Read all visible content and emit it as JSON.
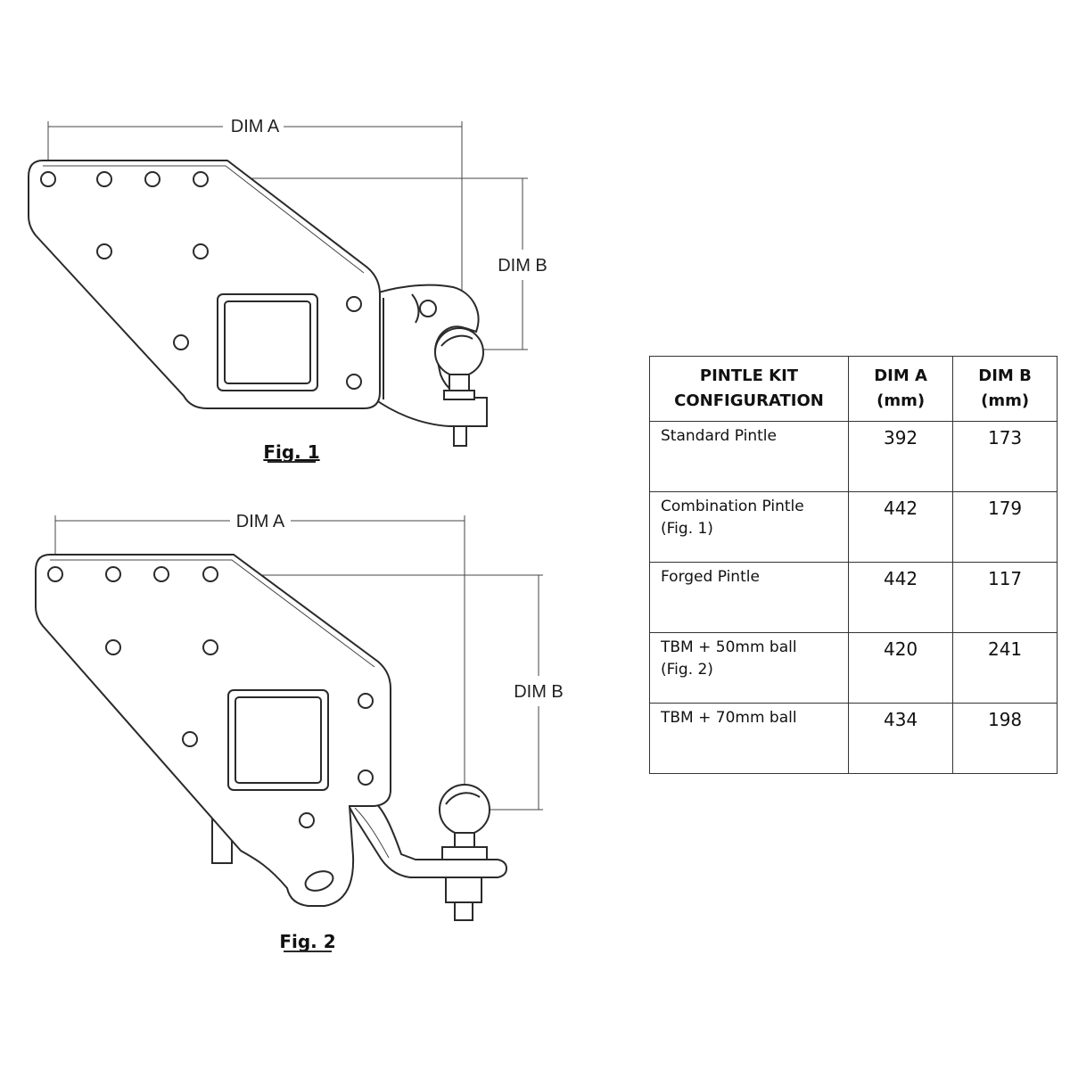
{
  "figure1": {
    "label": "Fig. 1",
    "dim_a_label": "DIM A",
    "dim_b_label": "DIM B"
  },
  "figure2": {
    "label": "Fig. 2",
    "dim_a_label": "DIM A",
    "dim_b_label": "DIM B"
  },
  "table": {
    "headers": [
      [
        "PINTLE KIT",
        "CONFIGURATION"
      ],
      [
        "DIM A",
        "(mm)"
      ],
      [
        "DIM B",
        "(mm)"
      ]
    ],
    "rows": [
      {
        "config": [
          "Standard Pintle"
        ],
        "dim_a": "392",
        "dim_b": "173"
      },
      {
        "config": [
          "Combination Pintle",
          "(Fig. 1)"
        ],
        "dim_a": "442",
        "dim_b": "179"
      },
      {
        "config": [
          "Forged Pintle"
        ],
        "dim_a": "442",
        "dim_b": "117"
      },
      {
        "config": [
          "TBM + 50mm ball",
          "(Fig. 2)"
        ],
        "dim_a": "420",
        "dim_b": "241"
      },
      {
        "config": [
          "TBM + 70mm ball"
        ],
        "dim_a": "434",
        "dim_b": "198"
      }
    ]
  }
}
